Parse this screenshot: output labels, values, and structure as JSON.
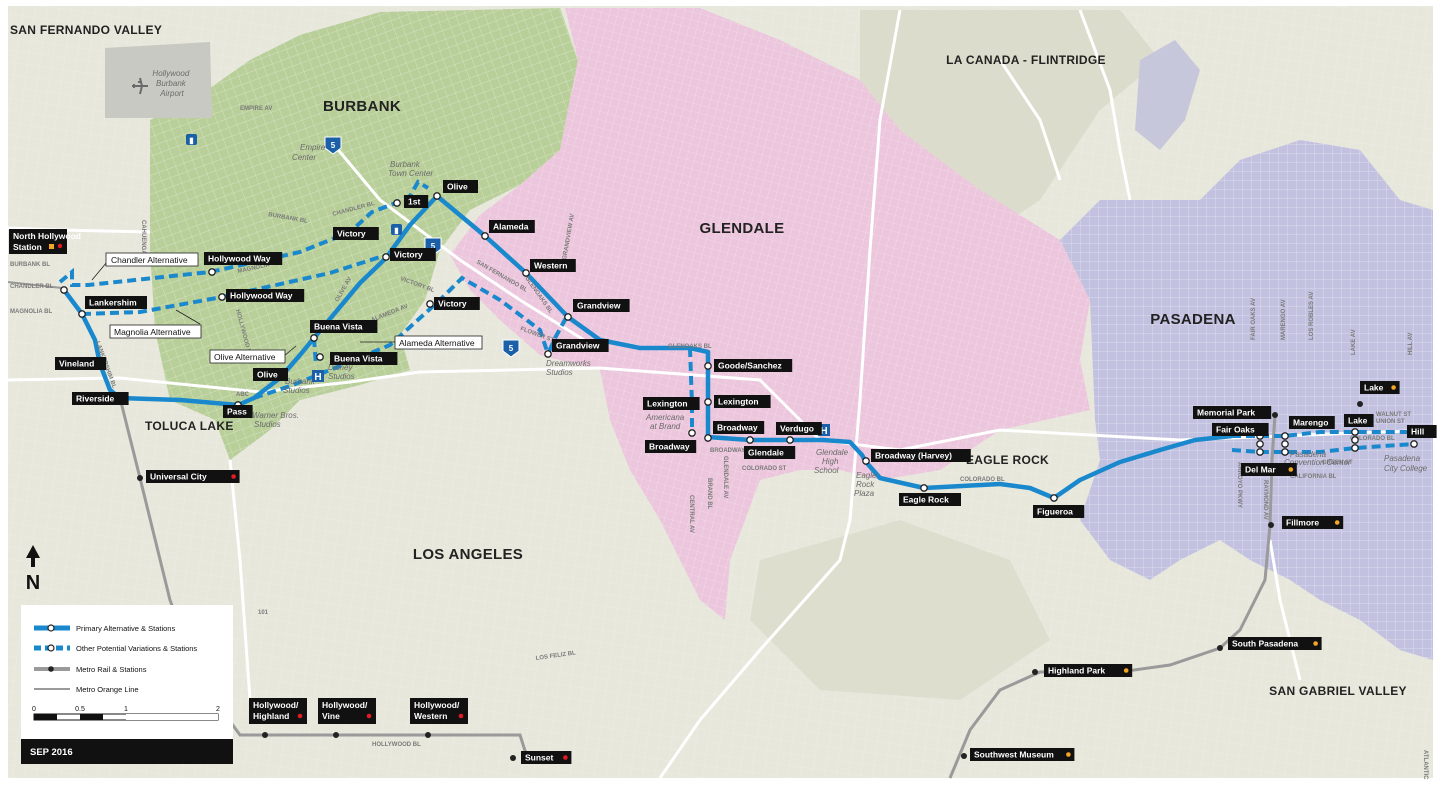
{
  "regions": {
    "san_fernando_valley": "SAN FERNANDO VALLEY",
    "burbank": "BURBANK",
    "glendale": "GLENDALE",
    "la_canada": "LA CANADA - FLINTRIDGE",
    "pasadena": "PASADENA",
    "toluca_lake": "TOLUCA LAKE",
    "eagle_rock": "EAGLE ROCK",
    "los_angeles": "LOS ANGELES",
    "san_gabriel_valley": "SAN GABRIEL VALLEY"
  },
  "pois": {
    "airport": [
      "Hollywood",
      "Burbank",
      "Airport"
    ],
    "empire_center": [
      "Empire",
      "Center"
    ],
    "burbank_town_center": [
      "Burbank",
      "Town Center"
    ],
    "disney": [
      "Disney",
      "Studios"
    ],
    "burbank_studios": [
      "Burbank",
      "Studios"
    ],
    "warner": [
      "Warner Bros.",
      "Studios"
    ],
    "dreamworks": [
      "Dreamworks",
      "Studios"
    ],
    "americana": [
      "Americana",
      "at Brand"
    ],
    "glendale_hs": [
      "Glendale",
      "High",
      "School"
    ],
    "eagle_rock_plaza": [
      "Eagle",
      "Rock",
      "Plaza"
    ],
    "convention": [
      "Pasadena",
      "Convention Center"
    ],
    "pcc": [
      "Pasadena",
      "City College"
    ]
  },
  "streets": {
    "empire": "EMPIRE AV",
    "burbank_bl": "BURBANK BL",
    "chandler_top": "CHANDLER BL",
    "chandler_left": "CHANDLER BL",
    "magnolia_left": "MAGNOLIA BL",
    "burbank_left": "BURBANK BL",
    "magnolia": "MAGNOLIA",
    "victory": "VICTORY BL",
    "alameda": "ALAMEDA AV",
    "olive": "OLIVE AV",
    "hollywood_way": "HOLLYWOOD WAY",
    "lankershim": "LANKERSHIM BL",
    "san_fernando": "SAN FERNANDO BL",
    "glenoaks": "GLENOAKS BL",
    "glenoaks2": "GLENOAKS BL",
    "grandview_av": "GRANDVIEW AV",
    "flower": "FLOWER ST",
    "abc": "ABC",
    "broadway": "BROADWAY",
    "colorado": "COLORADO ST",
    "central": "CENTRAL AV",
    "brand": "BRAND BL",
    "glendale_av": "GLENDALE AV",
    "colorado_bl": "COLORADO BL",
    "california": "CALIFORNIA BL",
    "green": "GREEN ST",
    "colorado_pas": "COLORADO BL",
    "union": "UNION ST",
    "walnut": "WALNUT ST",
    "fair_oaks": "FAIR OAKS AV",
    "marengo": "MARENGO AV",
    "los_robles": "LOS ROBLES AV",
    "lake_av": "LAKE AV",
    "hill_av": "HILL AV",
    "arroyo": "ARROYO PKWY",
    "raymond": "RAYMOND AV",
    "los_feliz": "LOS FELIZ BL",
    "hollywood_bl": "HOLLYWOOD BL",
    "rt101": "101",
    "atlantic": "ATLANTIC",
    "cahuenga": "CAHUENGA BL",
    "fwy5a": "5",
    "fwy5b": "5",
    "fwy5c": "5"
  },
  "stations": {
    "north_hollywood": [
      "North Hollywood",
      "Station"
    ],
    "lankershim": "Lankershim",
    "vineland": "Vineland",
    "riverside": "Riverside",
    "pass": "Pass",
    "olive_burbank": "Olive",
    "buena_vista_1": "Buena Vista",
    "buena_vista_2": "Buena Vista",
    "hollywood_way_1": "Hollywood Way",
    "hollywood_way_2": "Hollywood Way",
    "victory_1": "Victory",
    "victory_2": "Victory",
    "first": "1st",
    "olive_top": "Olive",
    "alameda": "Alameda",
    "western": "Western",
    "grandview_1": "Grandview",
    "grandview_2": "Grandview",
    "victory_3": "Victory",
    "goode": "Goode/Sanchez",
    "lexington_1": "Lexington",
    "lexington_2": "Lexington",
    "broadway_1": "Broadway",
    "broadway_2": "Broadway",
    "glendale": "Glendale",
    "verdugo": "Verdugo",
    "broadway_harvey": "Broadway (Harvey)",
    "eagle_rock": "Eagle Rock",
    "figueroa": "Figueroa",
    "memorial_park": "Memorial Park",
    "fair_oaks": "Fair Oaks",
    "marengo": "Marengo",
    "lake_1": "Lake",
    "lake_2": "Lake",
    "hill": "Hill",
    "del_mar": "Del Mar",
    "fillmore": "Fillmore",
    "south_pasadena": "South Pasadena",
    "highland_park": "Highland Park",
    "southwest_museum": "Southwest Museum",
    "universal_city": "Universal City",
    "hollywood_highland": [
      "Hollywood/",
      "Highland"
    ],
    "hollywood_vine": [
      "Hollywood/",
      "Vine"
    ],
    "hollywood_western": [
      "Hollywood/",
      "Western"
    ],
    "sunset": "Sunset"
  },
  "alternatives": {
    "chandler": "Chandler Alternative",
    "magnolia": "Magnolia Alternative",
    "olive": "Olive Alternative",
    "alameda": "Alameda Alternative"
  },
  "legend": {
    "primary": "Primary Alternative & Stations",
    "other": "Other Potential Variations & Stations",
    "metro_rail": "Metro Rail & Stations",
    "orange_line": "Metro Orange Line",
    "scale_ticks": [
      "0",
      "0.5",
      "1",
      "2"
    ],
    "date": "SEP 2016"
  },
  "north_arrow": "N",
  "colors": {
    "primary_route": "#1a88cc",
    "metro_rail": "#9a9a9a",
    "metro_station_dot": "#e51b24",
    "orange_station_dot": "#f5a623",
    "burbank_area": "#b9cf9a",
    "glendale_area": "#ecc6dc",
    "pasadena_area": "#c2c2e0",
    "base_land": "#e7e7dc"
  }
}
